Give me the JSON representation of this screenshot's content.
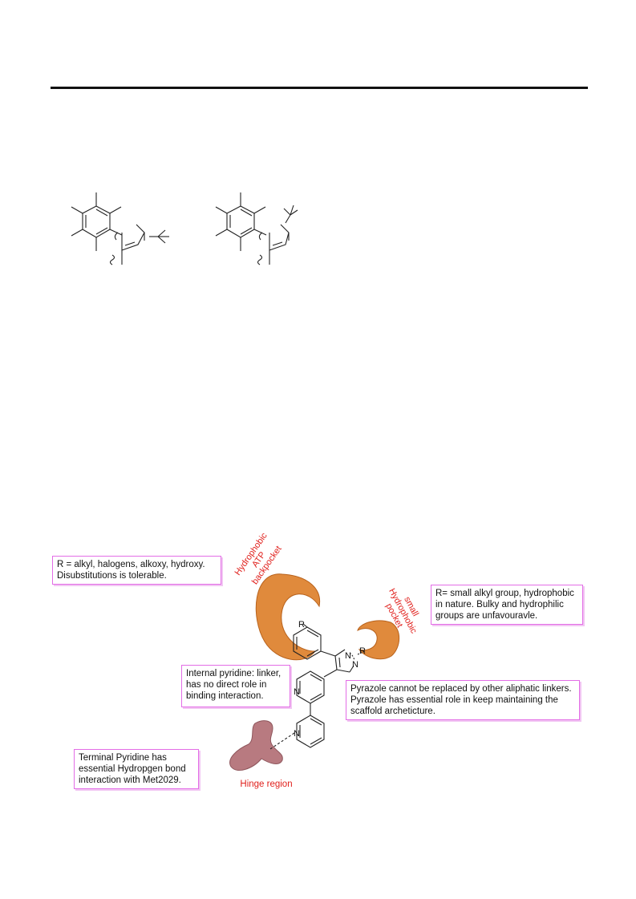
{
  "notes": {
    "r_group": "R = alkyl, halogens, alkoxy, hydroxy.\nDisubstitutions is tolerable.",
    "r_small": "R= small alkyl group, hydrophobic\nin nature. Bulky and hydrophilic\ngroups are unfavouravle.",
    "internal_pyridine": "Internal pyridine: linker,\nhas no direct role in\nbinding interaction.",
    "pyrazole": "Pyrazole cannot be replaced by other aliphatic linkers.\nPyrazole has essential role in keep maintaining the\nscaffold archeticture.",
    "terminal_pyridine": "Terminal Pyridine has\nessential Hydropgen bond\ninteraction with Met2029."
  },
  "pockets": {
    "atp_line1": "Hydrophobic",
    "atp_line2": "ATP",
    "atp_line3": "backpocket",
    "small_line1": "small",
    "small_line2": "Hydrophobic",
    "small_line3": "pocket",
    "hinge": "Hinge region"
  },
  "atoms": {
    "r_phenyl": "R",
    "n1": "N",
    "r_pyrazole": "R",
    "n2": "N",
    "n_internal": "N",
    "n_terminal": "N"
  },
  "colors": {
    "pocket_orange": "#e08a3c",
    "hinge_mauve": "#b87a80",
    "label_red": "#e0201c",
    "box_border": "#e36de6"
  }
}
